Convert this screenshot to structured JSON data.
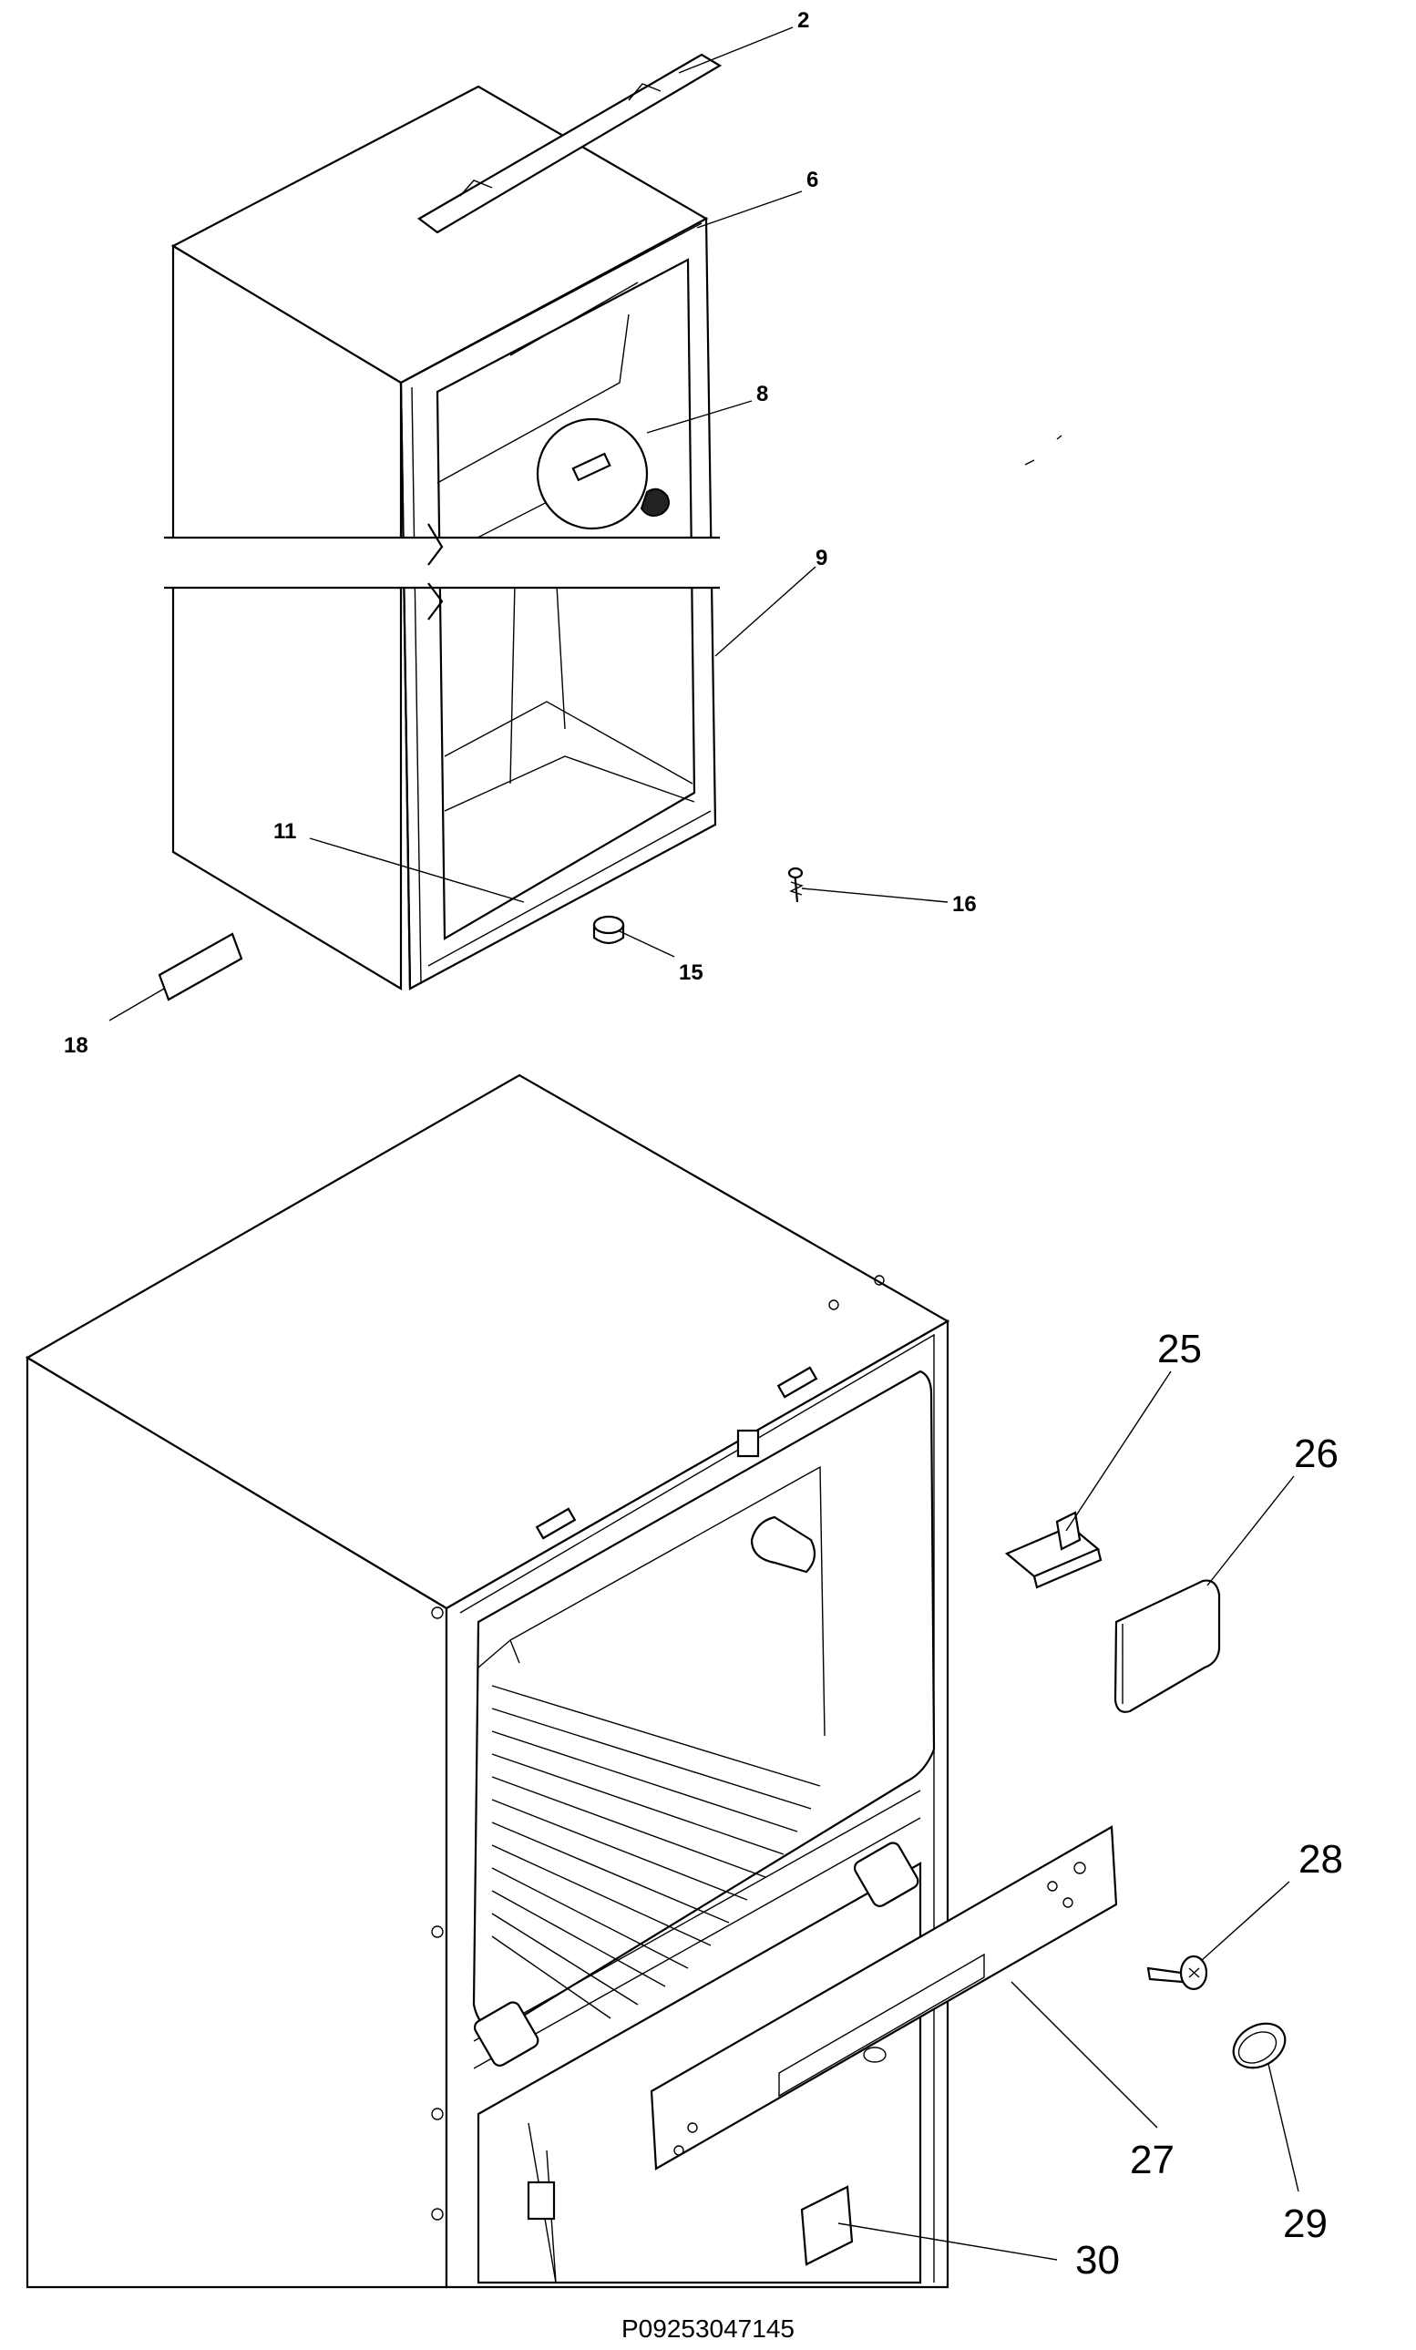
{
  "diagram": {
    "callouts": [
      {
        "id": "c2",
        "label": "2",
        "size": "small"
      },
      {
        "id": "c6",
        "label": "6",
        "size": "small"
      },
      {
        "id": "c8",
        "label": "8",
        "size": "small"
      },
      {
        "id": "c9",
        "label": "9",
        "size": "small"
      },
      {
        "id": "c11",
        "label": "11",
        "size": "small"
      },
      {
        "id": "c15",
        "label": "15",
        "size": "small"
      },
      {
        "id": "c16",
        "label": "16",
        "size": "small"
      },
      {
        "id": "c18",
        "label": "18",
        "size": "small"
      },
      {
        "id": "c25",
        "label": "25",
        "size": "big"
      },
      {
        "id": "c26",
        "label": "26",
        "size": "big"
      },
      {
        "id": "c27",
        "label": "27",
        "size": "big"
      },
      {
        "id": "c28",
        "label": "28",
        "size": "big"
      },
      {
        "id": "c29",
        "label": "29",
        "size": "big"
      },
      {
        "id": "c30",
        "label": "30",
        "size": "big"
      }
    ],
    "drawing_code": "P09253047145"
  }
}
